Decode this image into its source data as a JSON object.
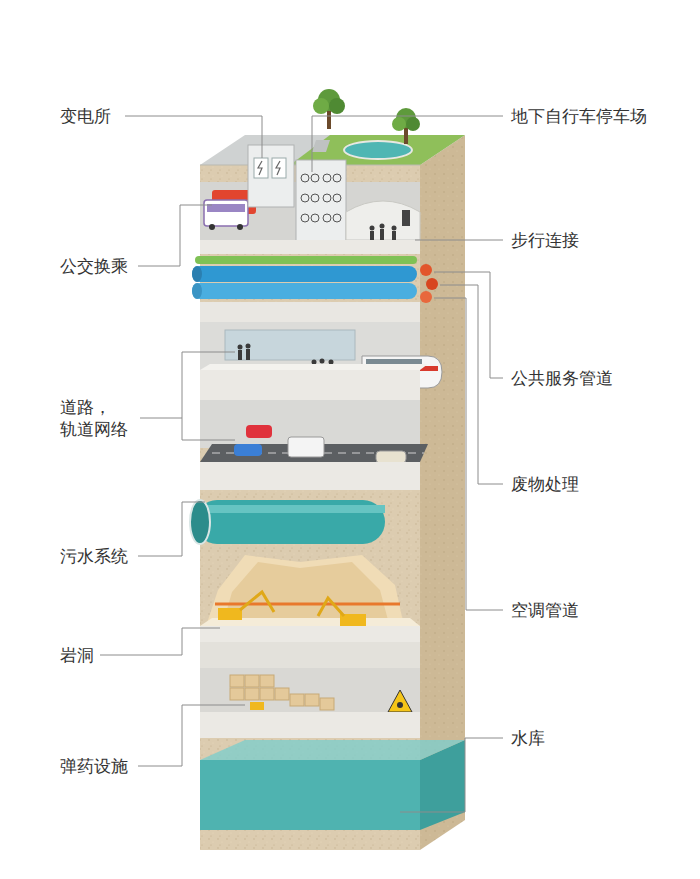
{
  "diagram": {
    "labels": [
      "变电所",
      "地下自行车停车场",
      "步行连接",
      "公交换乘",
      "公共服务管道",
      "道路， 轨道网络",
      "废物处理",
      "污水系统",
      "空调管道",
      "岩洞",
      "水库",
      "弹药设施"
    ]
  }
}
